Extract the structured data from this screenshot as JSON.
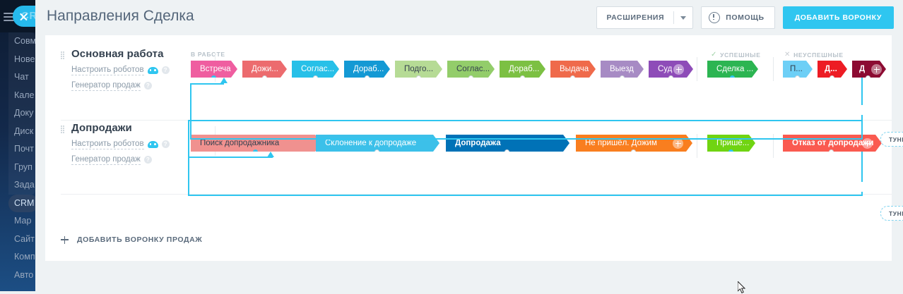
{
  "sidebar": {
    "logo_label": "CRM",
    "close_icon": "close-icon",
    "burger_icon": "hamburger-icon",
    "items": [
      {
        "label": "Совм",
        "state": "normal"
      },
      {
        "label": "Нове",
        "state": "normal"
      },
      {
        "label": "Чат ",
        "state": "normal"
      },
      {
        "label": "Кале",
        "state": "normal"
      },
      {
        "label": "Доку",
        "state": "normal"
      },
      {
        "label": "Диск",
        "state": "normal"
      },
      {
        "label": "Почт",
        "state": "normal"
      },
      {
        "label": "Груп",
        "state": "normal"
      },
      {
        "label": "Зада",
        "state": "normal"
      },
      {
        "label": "CRM",
        "state": "active"
      },
      {
        "label": "Мар",
        "state": "normal"
      },
      {
        "label": "Сайт",
        "state": "normal"
      },
      {
        "label": "Комп",
        "state": "normal"
      },
      {
        "label": "Авто",
        "state": "normal"
      }
    ]
  },
  "header": {
    "title": "Направления Сделка",
    "extensions_label": "РАСШИРЕНИЯ",
    "dropdown_icon": "chevron-down-icon",
    "help_label": "ПОМОЩЬ",
    "help_icon": "info-icon",
    "add_funnel_label": "ДОБАВИТЬ ВОРОНКУ"
  },
  "group_headers": {
    "in_work": "В РАБОТЕ",
    "success": "УСПЕШНЫЕ",
    "success_icon": "check-icon",
    "fail": "НЕУСПЕШНЫЕ",
    "fail_icon": "cross-icon"
  },
  "tunnel_label": "ТУННЕЛЬ",
  "add_funnel_bottom": {
    "label": "ДОБАВИТЬ ВОРОНКУ ПРОДАЖ",
    "icon": "plus-icon"
  },
  "common_meta": {
    "robots_label": "Настроить роботов",
    "robots_icon": "robot-icon",
    "generator_label": "Генератор продаж",
    "help_icon": "question-mark-icon",
    "grip_icon": "drag-handle-icon"
  },
  "funnels": [
    {
      "name": "Основная работа",
      "in_work": [
        {
          "label": "Встреча",
          "color": "#ef5ea0",
          "text": "#ffffff",
          "width": 66,
          "marker": "dot",
          "plus": false,
          "bold": false
        },
        {
          "label": "Дожи...",
          "color": "#ec6b6e",
          "text": "#ffffff",
          "width": 63,
          "marker": "ring",
          "plus": false,
          "bold": false
        },
        {
          "label": "Соглас...",
          "color": "#27c0e8",
          "text": "#ffffff",
          "width": 67,
          "marker": "ring",
          "plus": false,
          "bold": false
        },
        {
          "label": "Дораб...",
          "color": "#1499d4",
          "text": "#ffffff",
          "width": 65,
          "marker": "ring",
          "plus": false,
          "bold": false
        },
        {
          "label": "Подго...",
          "color": "#b6db95",
          "text": "#34414f",
          "width": 67,
          "marker": "ring",
          "plus": false,
          "bold": false
        },
        {
          "label": "Соглас...",
          "color": "#93cd6a",
          "text": "#34414f",
          "width": 67,
          "marker": "ring",
          "plus": false,
          "bold": false
        },
        {
          "label": "Дораб...",
          "color": "#7cc043",
          "text": "#ffffff",
          "width": 65,
          "marker": "ring",
          "plus": false,
          "bold": false
        },
        {
          "label": "Выдача",
          "color": "#ef6a4b",
          "text": "#ffffff",
          "width": 64,
          "marker": "ring",
          "plus": false,
          "bold": false
        },
        {
          "label": "Выезд",
          "color": "#a78bc4",
          "text": "#ffffff",
          "width": 61,
          "marker": "ring",
          "plus": false,
          "bold": false
        },
        {
          "label": "Суд",
          "color": "#8e4cb8",
          "text": "#ffffff",
          "width": 63,
          "marker": "ring",
          "plus": true,
          "bold": false
        }
      ],
      "success": [
        {
          "label": "Сделка ...",
          "color": "#2cb552",
          "text": "#ffffff",
          "width": 72,
          "marker": "dot",
          "plus": false,
          "bold": false
        }
      ],
      "fail": [
        {
          "label": "П...",
          "color": "#6dcff6",
          "text": "#34414f",
          "width": 42,
          "marker": "ring",
          "plus": false,
          "bold": false
        },
        {
          "label": "Д...",
          "color": "#ed1c24",
          "text": "#ffffff",
          "width": 42,
          "marker": "ring",
          "plus": false,
          "bold": true
        },
        {
          "label": "Д",
          "color": "#8c0b32",
          "text": "#ffffff",
          "width": 48,
          "marker": "ring",
          "plus": true,
          "bold": true
        }
      ]
    },
    {
      "name": "Допродажи",
      "in_work": [
        {
          "label": "Поиск допродажника",
          "color": "#f0918f",
          "text": "#34414f",
          "width": 185,
          "marker": "dot",
          "plus": false,
          "bold": false
        },
        {
          "label": "Склонение к допродаже",
          "color": "#3cc0e9",
          "text": "#ffffff",
          "width": 175,
          "marker": "ring",
          "plus": false,
          "bold": false
        },
        {
          "label": "Допродажа",
          "color": "#0072b7",
          "text": "#ffffff",
          "width": 175,
          "marker": "ring",
          "plus": false,
          "bold": true
        },
        {
          "label": "Не пришёл. Дожим",
          "color": "#f97e1f",
          "text": "#ffffff",
          "width": 165,
          "marker": "ring",
          "plus": true,
          "bold": false
        }
      ],
      "success": [
        {
          "label": "Пришё...",
          "color": "#70d412",
          "text": "#ffffff",
          "width": 68,
          "marker": "dot",
          "plus": false,
          "bold": false
        }
      ],
      "fail": [
        {
          "label": "Отказ от допродажи",
          "color": "#fa5a50",
          "text": "#ffffff",
          "width": 140,
          "marker": "ring",
          "plus": true,
          "bold": true
        }
      ]
    }
  ],
  "colors": {
    "accent": "#2fc6f0",
    "page_bg": "#eef2f4",
    "card_bg": "#ffffff",
    "title": "#54667a"
  }
}
